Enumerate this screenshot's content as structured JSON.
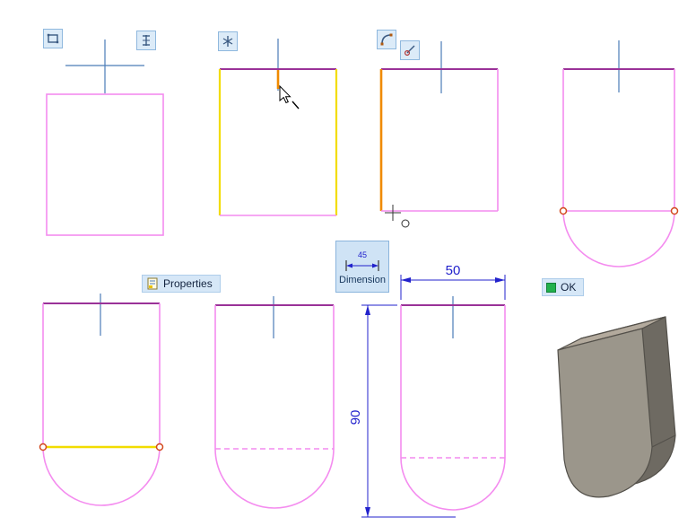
{
  "window": {
    "description": "CAD sketch tutorial sequence: rectangle, split, trim, tangent arc, construction line, dimensions, extrude result",
    "background": "#ffffff"
  },
  "toolbar": {
    "properties_label": "Properties",
    "dimension_label": "Dimension",
    "dimension_icon_value": "45",
    "ok_label": "OK"
  },
  "dimensions": {
    "width_value": "50",
    "height_value": "90"
  },
  "icons": [
    "rectangle-tool-icon",
    "centerline-icon",
    "split-entities-icon",
    "tangent-arc-icon",
    "trim-icon",
    "properties-icon",
    "dimension-icon",
    "ok-icon",
    "arrow-cursor",
    "crosshair-cursor"
  ],
  "colors": {
    "sketch_pink": "#F48CEF",
    "edge_purple": "#9A3298",
    "selected_yellow": "#F2DC00",
    "highlight_orange": "#F08A00",
    "endpoint_red": "#D2491E",
    "centerline_blue": "#4B7CB8",
    "dimension_blue": "#2222CC",
    "ok_green": "#22B14C",
    "solid_top": "#B3AA9D",
    "solid_front": "#9B968B",
    "solid_side": "#6E6A62"
  }
}
